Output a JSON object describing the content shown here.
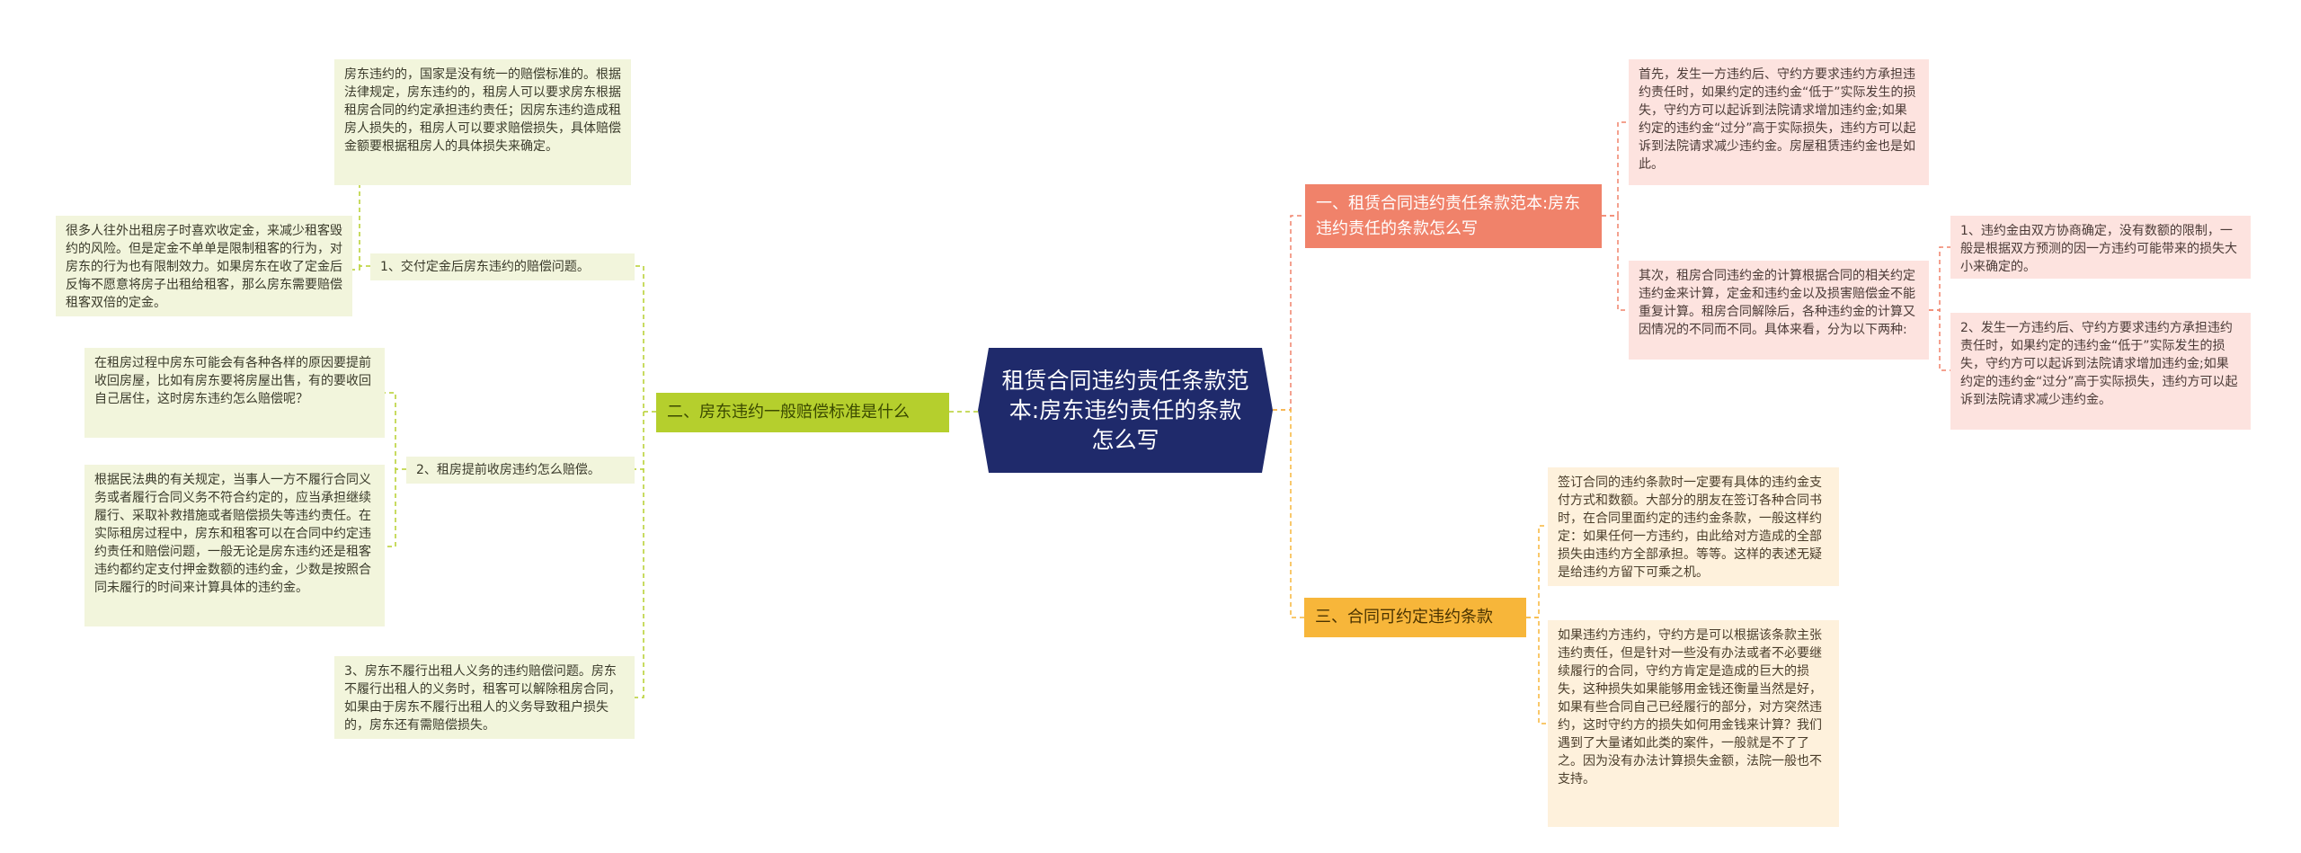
{
  "root": {
    "title": "租赁合同违约责任条款范本:房东违约责任的条款怎么写"
  },
  "branch1": {
    "label": "一、租赁合同违约责任条款范本:房东违约责任的条款怎么写",
    "leaf1": "首先，发生一方违约后、守约方要求违约方承担违约责任时，如果约定的违约金“低于”实际发生的损失，守约方可以起诉到法院请求增加违约金;如果约定的违约金“过分”高于实际损失，违约方可以起诉到法院请求减少违约金。房屋租赁违约金也是如此。",
    "leaf2": "其次，租房合同违约金的计算根据合同的相关约定违约金来计算，定金和违约金以及损害赔偿金不能重复计算。租房合同解除后，各种违约金的计算又因情况的不同而不同。具体来看，分为以下两种:",
    "sub1": "1、违约金由双方协商确定，没有数额的限制，一般是根据双方预测的因一方违约可能带来的损失大小来确定的。",
    "sub2": "2、发生一方违约后、守约方要求违约方承担违约责任时，如果约定的违约金“低于”实际发生的损失，守约方可以起诉到法院请求增加违约金;如果约定的违约金“过分”高于实际损失，违约方可以起诉到法院请求减少违约金。"
  },
  "branch2": {
    "label": "二、房东违约一般赔偿标准是什么",
    "item1_label": "1、交付定金后房东违约的赔偿问题。",
    "item1_leafA": "房东违约的，国家是没有统一的赔偿标准的。根据法律规定，房东违约的，租房人可以要求房东根据租房合同的约定承担违约责任；因房东违约造成租房人损失的，租房人可以要求赔偿损失，具体赔偿金额要根据租房人的具体损失来确定。",
    "item1_leafB": "很多人往外出租房子时喜欢收定金，来减少租客毁约的风险。但是定金不单单是限制租客的行为，对房东的行为也有限制效力。如果房东在收了定金后反悔不愿意将房子出租给租客，那么房东需要赔偿租客双倍的定金。",
    "item2_label": "2、租房提前收房违约怎么赔偿。",
    "item2_leafA": "在租房过程中房东可能会有各种各样的原因要提前收回房屋，比如有房东要将房屋出售，有的要收回自己居住，这时房东违约怎么赔偿呢？",
    "item2_leafB": "根据民法典的有关规定，当事人一方不履行合同义务或者履行合同义务不符合约定的，应当承担继续履行、采取补救措施或者赔偿损失等违约责任。在实际租房过程中，房东和租客可以在合同中约定违约责任和赔偿问题，一般无论是房东违约还是租客违约都约定支付押金数额的违约金，少数是按照合同未履行的时间来计算具体的违约金。",
    "item3": "3、房东不履行出租人义务的违约赔偿问题。房东不履行出租人的义务时，租客可以解除租房合同，如果由于房东不履行出租人的义务导致租户损失的，房东还有需赔偿损失。"
  },
  "branch3": {
    "label": "三、合同可约定违约条款",
    "leaf1": "签订合同的违约条款时一定要有具体的违约金支付方式和数额。大部分的朋友在签订各种合同书时，在合同里面约定的违约金条款，一般这样约定：如果任何一方违约，由此给对方造成的全部损失由违约方全部承担。等等。这样的表述无疑是给违约方留下可乘之机。",
    "leaf2": "如果违约方违约，守约方是可以根据该条款主张违约责任，但是针对一些没有办法或者不必要继续履行的合同，守约方肯定是造成的巨大的损失，这种损失如果能够用金钱还衡量当然是好，如果有些合同自己已经履行的部分，对方突然违约，这时守约方的损失如何用金钱来计算？我们遇到了大量诸如此类的案件，一般就是不了了之。因为没有办法计算损失金额，法院一般也不支持。"
  },
  "colors": {
    "center": "#1f2a6b",
    "branch1": "#f0826a",
    "branch2": "#b5cf2d",
    "branch3": "#f7b63a",
    "leaf_pink": "#fde3df",
    "leaf_cream": "#fef1dc",
    "leaf_green": "#f2f5dc"
  }
}
